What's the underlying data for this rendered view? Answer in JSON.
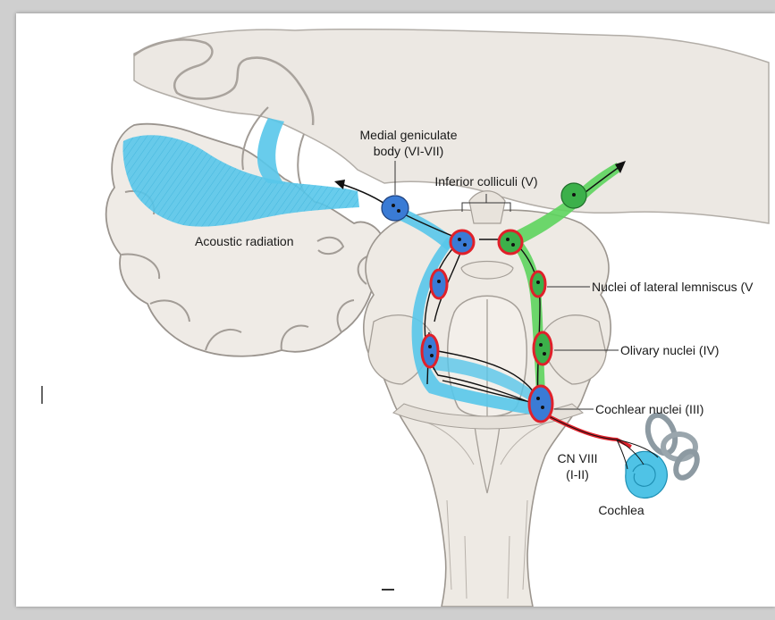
{
  "labels": {
    "medial_geniculate_line1": "Medial geniculate",
    "medial_geniculate_line2": "body (VI-VII)",
    "inferior_colliculi": "Inferior colliculi (V)",
    "acoustic_radiation": "Acoustic radiation",
    "lateral_lemniscus": "Nuclei of lateral lemniscus (V",
    "olivary_nuclei": "Olivary nuclei (IV)",
    "cochlear_nuclei": "Cochlear nuclei (III)",
    "cn_viii_line1": "CN VIII",
    "cn_viii_line2": "(I-II)",
    "cochlea": "Cochlea"
  },
  "colors": {
    "left_pathway": "#4fc3e6",
    "right_pathway": "#5bd45b",
    "nucleus_left": "#3a7bd5",
    "nucleus_right": "#3cb04a",
    "nucleus_ring": "#e0202a",
    "nerve": "#e0202a",
    "brain_tissue": "#efebe6",
    "brain_outline": "#8f8a85"
  }
}
